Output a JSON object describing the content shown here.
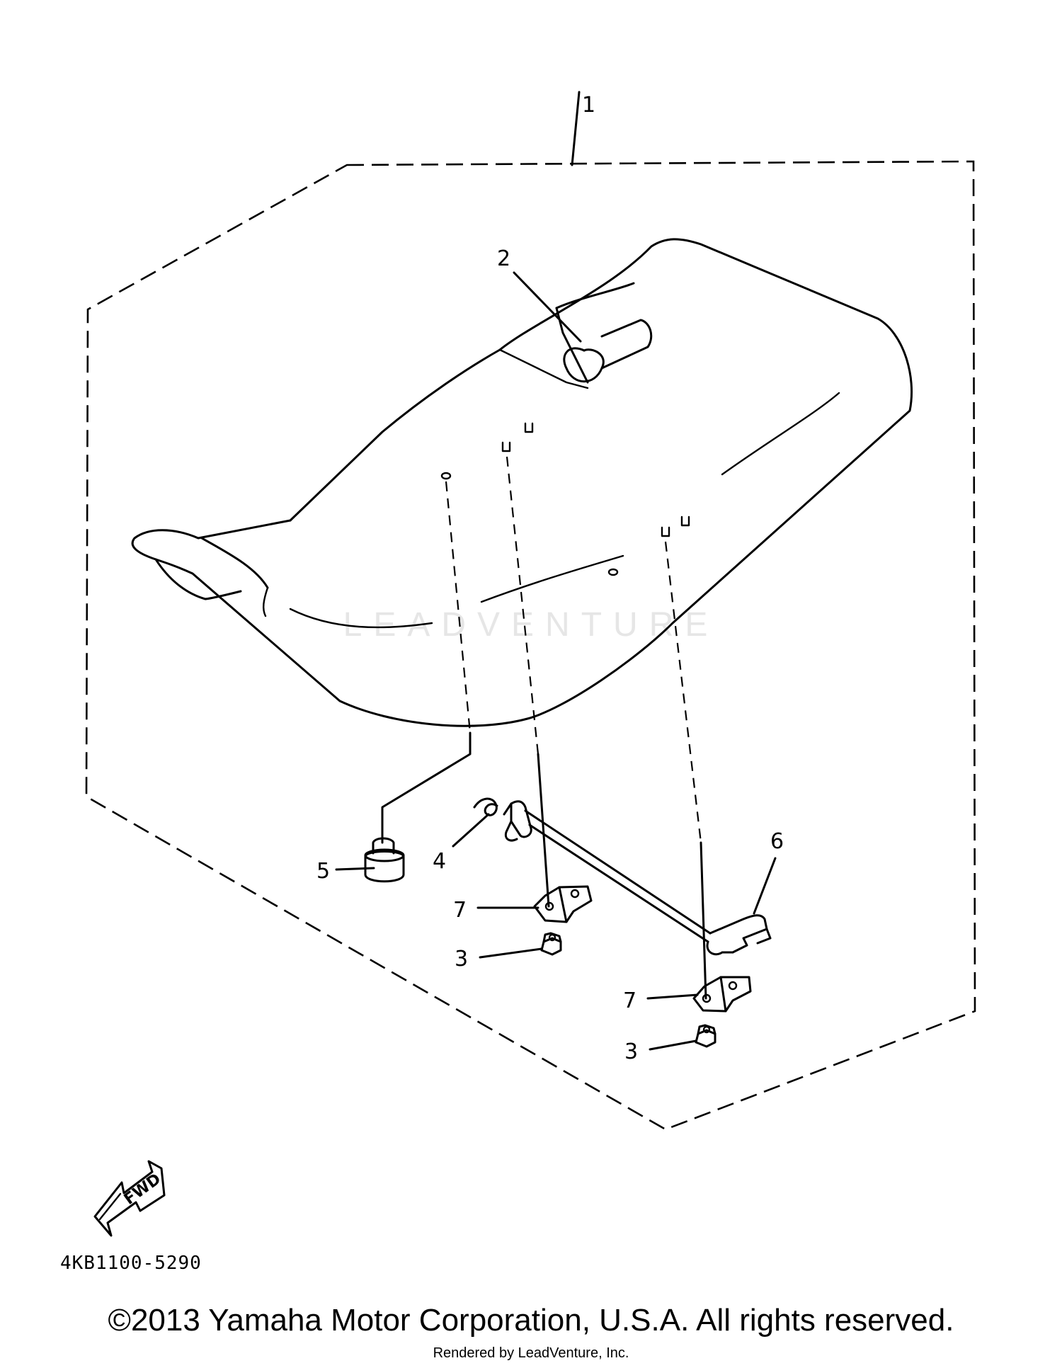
{
  "callouts": {
    "c1": "1",
    "c2": "2",
    "c3a": "3",
    "c3b": "3",
    "c4": "4",
    "c5": "5",
    "c6": "6",
    "c7a": "7",
    "c7b": "7"
  },
  "fwd_label": "FWD",
  "diagram_code": "4KB1100-5290",
  "watermark": "LEADVENTURE",
  "copyright": "©2013 Yamaha Motor Corporation, U.S.A. All rights reserved.",
  "rendered_by": "Rendered by LeadVenture, Inc."
}
